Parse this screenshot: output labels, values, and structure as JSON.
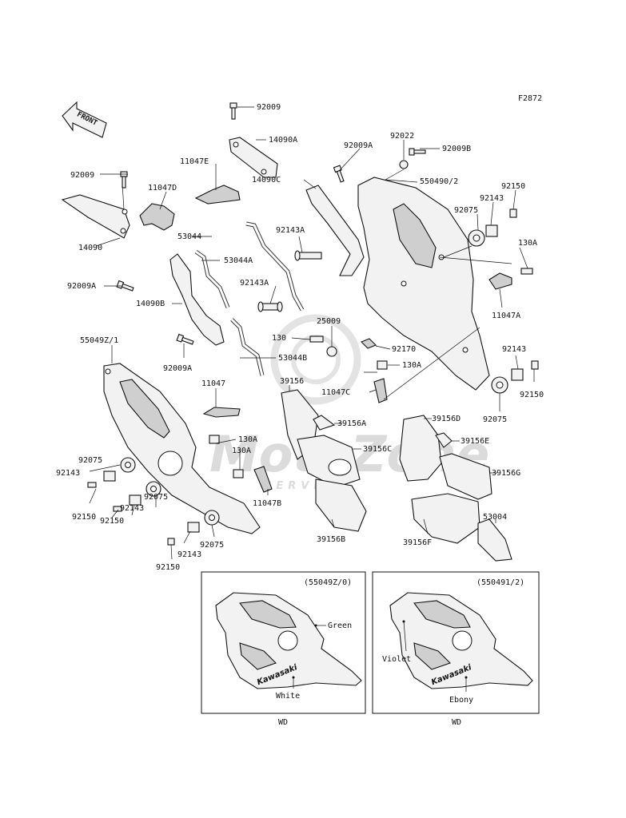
{
  "figure_code": "F2872",
  "front_label": "FRONT",
  "watermark": {
    "brand": "MotoZone",
    "sub": "SERVICE"
  },
  "callouts": {
    "c92009_top": "92009",
    "c14090A": "14090A",
    "c92022": "92022",
    "c92009A_top": "92009A",
    "c92009B": "92009B",
    "c11047E": "11047E",
    "c550490": "550490/2",
    "c92009_left": "92009",
    "c11047D": "11047D",
    "c14090C": "14090C",
    "c92150_a": "92150",
    "c92143_a": "92143",
    "c92075_a": "92075",
    "c14090": "14090",
    "c53044": "53044",
    "c92143A_a": "92143A",
    "c53044A": "53044A",
    "c130A_a": "130A",
    "c92009A_left": "92009A",
    "c92143A_b": "92143A",
    "c14090B": "14090B",
    "c11047A": "11047A",
    "c25009": "25009",
    "c130": "130",
    "c92170": "92170",
    "c55049Z": "55049Z/1",
    "c92143_b": "92143",
    "c130A_b": "130A",
    "c53044B": "53044B",
    "c92009A_mid": "92009A",
    "c39156": "39156",
    "c11047C": "11047C",
    "c92150_b": "92150",
    "c11047": "11047",
    "c92075_b": "92075",
    "c39156A": "39156A",
    "c39156D": "39156D",
    "c130A_c": "130A",
    "c39156E": "39156E",
    "c130A_d": "130A",
    "c39156C": "39156C",
    "c92075_c": "92075",
    "c92143_c": "92143",
    "c39156G": "39156G",
    "c92075_d": "92075",
    "c92150_c": "92150",
    "c11047B": "11047B",
    "c92143_d": "92143",
    "c53004": "53004",
    "c92150_d": "92150",
    "c39156B": "39156B",
    "c39156F": "39156F",
    "c92075_e": "92075",
    "c92143_e": "92143",
    "c92150_e": "92150"
  },
  "variants": [
    {
      "part": "(55049Z/0)",
      "color_top": "Green",
      "color_bottom": "White",
      "brand_text": "Kawasaki",
      "model": "WD"
    },
    {
      "part": "(550491/2)",
      "color_top": "Violet",
      "color_bottom": "Ebony",
      "brand_text": "Kawasaki",
      "model": "WD"
    }
  ]
}
